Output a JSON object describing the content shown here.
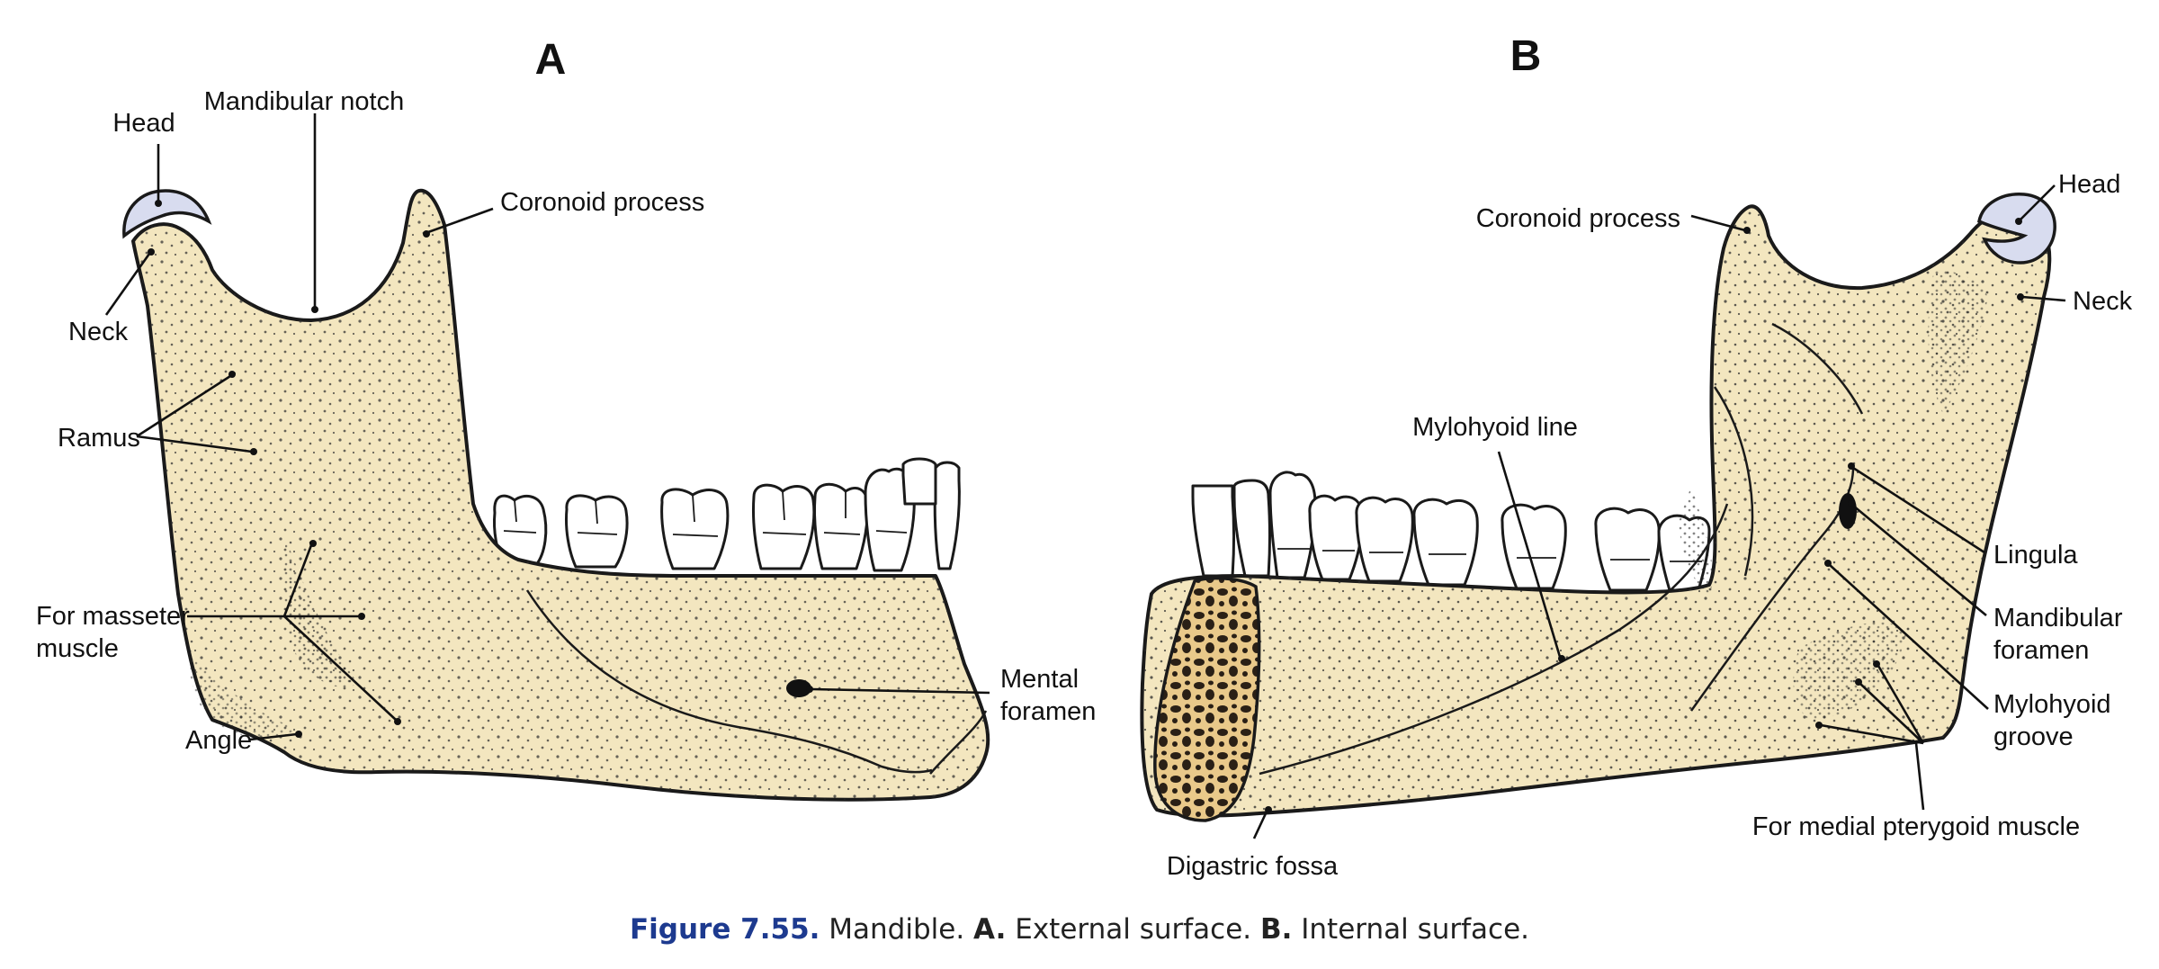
{
  "panels": {
    "a": {
      "letter": "A",
      "labels": {
        "head": "Head",
        "mandibular_notch": "Mandibular notch",
        "coronoid_process": "Coronoid process",
        "neck": "Neck",
        "ramus": "Ramus",
        "masseter_line1": "For masseter",
        "masseter_line2": "muscle",
        "angle": "Angle",
        "mental_line1": "Mental",
        "mental_line2": "foramen"
      }
    },
    "b": {
      "letter": "B",
      "labels": {
        "coronoid_process": "Coronoid process",
        "head": "Head",
        "neck": "Neck",
        "mylohyoid_line": "Mylohyoid line",
        "lingula": "Lingula",
        "mandibular_foramen_line1": "Mandibular",
        "mandibular_foramen_line2": "foramen",
        "mylohyoid_groove_line1": "Mylohyoid",
        "mylohyoid_groove_line2": "groove",
        "medial_pterygoid": "For medial pterygoid muscle",
        "digastric_fossa": "Digastric fossa"
      }
    }
  },
  "caption": {
    "number": "Figure 7.55.",
    "text1": " Mandible. ",
    "a_letter": "A.",
    "text2": " External surface. ",
    "b_letter": "B.",
    "text3": " Internal surface."
  },
  "colors": {
    "bone": "#f3e6bf",
    "cartilage": "#d8dcef",
    "caption_accent": "#1d3a8f"
  }
}
